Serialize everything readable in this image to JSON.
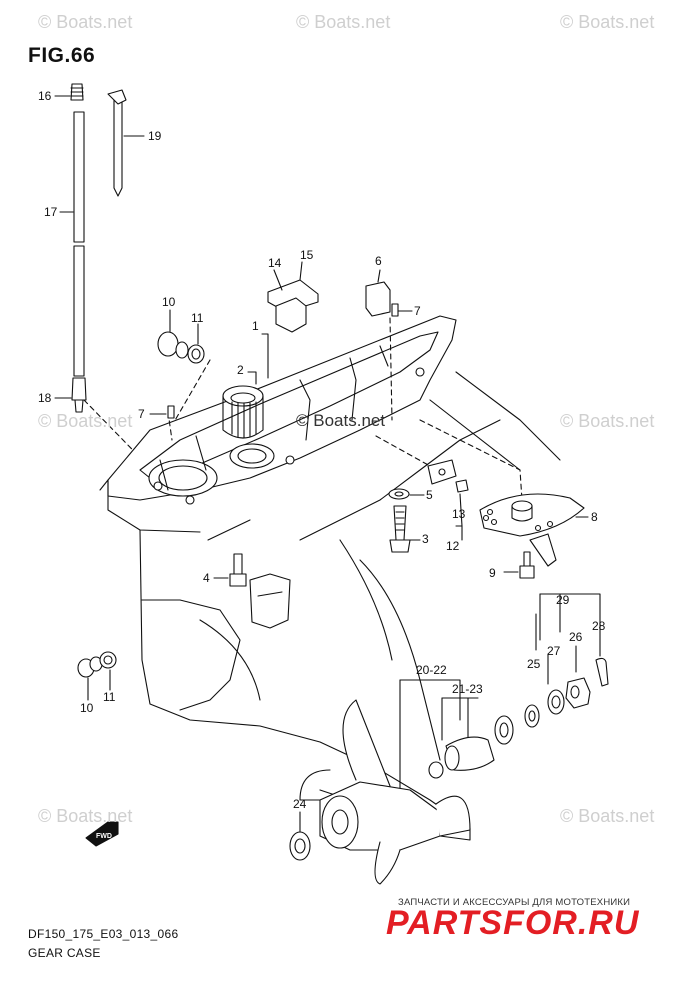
{
  "figure": {
    "title": "FIG.66",
    "code": "DF150_175_E03_013_066",
    "caption": "GEAR CASE"
  },
  "watermark": {
    "text": "© Boats.net",
    "copies": [
      "© Boats.net",
      "© Boats.net",
      "© Boats.net",
      "© Boats.net",
      "© Boats.net",
      "© Boats.net",
      "© Boats.net",
      "© Boats.net"
    ]
  },
  "shop": {
    "subtitle": "ЗАПЧАСТИ И АКСЕССУАРЫ ДЛЯ МОТОТЕХНИКИ",
    "brand": "PARTSFOR.RU"
  },
  "fwd_label": "FWD",
  "callouts": [
    {
      "id": "c16",
      "text": "16"
    },
    {
      "id": "c19",
      "text": "19"
    },
    {
      "id": "c17",
      "text": "17"
    },
    {
      "id": "c18",
      "text": "18"
    },
    {
      "id": "c14",
      "text": "14"
    },
    {
      "id": "c15",
      "text": "15"
    },
    {
      "id": "c6",
      "text": "6"
    },
    {
      "id": "c7a",
      "text": "7"
    },
    {
      "id": "c10a",
      "text": "10"
    },
    {
      "id": "c11a",
      "text": "11"
    },
    {
      "id": "c1",
      "text": "1"
    },
    {
      "id": "c2",
      "text": "2"
    },
    {
      "id": "c7b",
      "text": "7"
    },
    {
      "id": "c5",
      "text": "5"
    },
    {
      "id": "c8",
      "text": "8"
    },
    {
      "id": "c13",
      "text": "13"
    },
    {
      "id": "c3",
      "text": "3"
    },
    {
      "id": "c12",
      "text": "12"
    },
    {
      "id": "c4",
      "text": "4"
    },
    {
      "id": "c9",
      "text": "9"
    },
    {
      "id": "c29",
      "text": "29"
    },
    {
      "id": "c28",
      "text": "28"
    },
    {
      "id": "c27",
      "text": "27"
    },
    {
      "id": "c26",
      "text": "26"
    },
    {
      "id": "c25",
      "text": "25"
    },
    {
      "id": "c20_22",
      "text": "20-22"
    },
    {
      "id": "c21_23",
      "text": "21-23"
    },
    {
      "id": "c10b",
      "text": "10"
    },
    {
      "id": "c11b",
      "text": "11"
    },
    {
      "id": "c24",
      "text": "24"
    }
  ]
}
